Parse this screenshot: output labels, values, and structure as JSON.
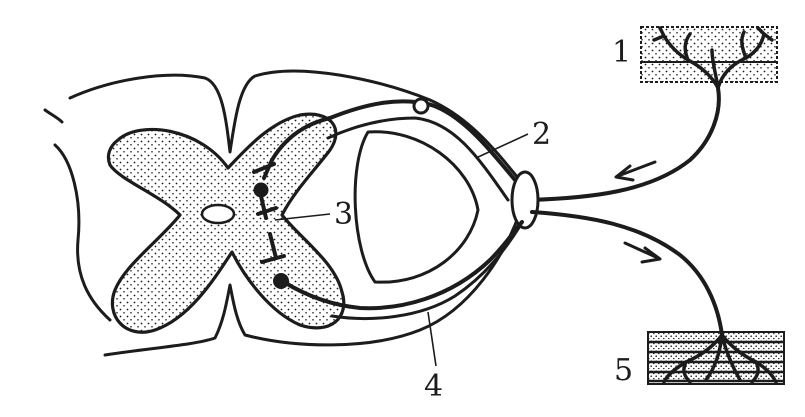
{
  "labels": {
    "receptor": "1",
    "afferent_neuron": "2",
    "interneuron": "3",
    "efferent_neuron": "4",
    "effector": "5"
  },
  "colors": {
    "ink": "#1c1c1c",
    "paper": "#ffffff"
  },
  "arrows": {
    "afferent_direction": "toward-spinal-cord",
    "efferent_direction": "toward-effector"
  }
}
